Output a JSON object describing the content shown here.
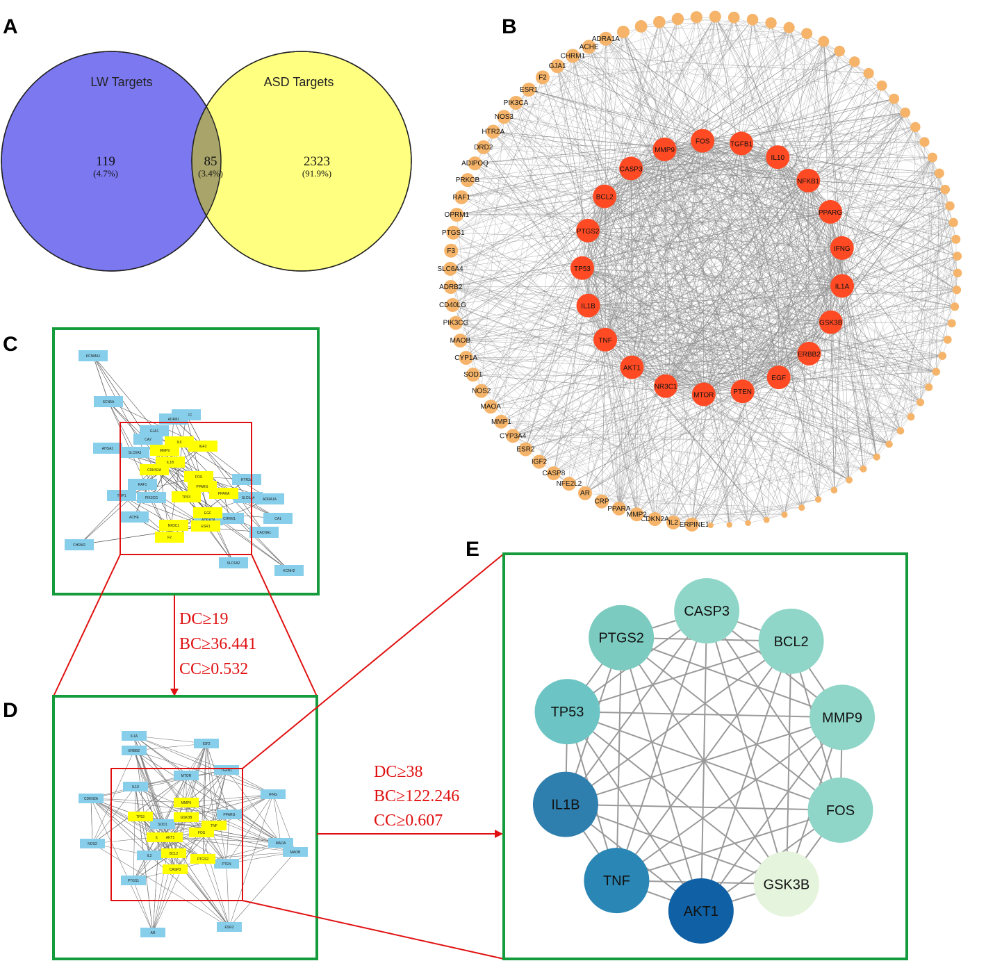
{
  "panels": {
    "a": "A",
    "b": "B",
    "c": "C",
    "d": "D",
    "e": "E"
  },
  "venn": {
    "left_title": "LW Targets",
    "right_title": "ASD Targets",
    "left_count": "119",
    "left_pct": "(4.7%)",
    "mid_count": "85",
    "mid_pct": "(3.4%)",
    "right_count": "2323",
    "right_pct": "(91.9%)",
    "colors": {
      "left": "#7b78f0",
      "right": "#ffff80",
      "overlap": "#a8a46a"
    }
  },
  "network_b": {
    "inner_nodes": [
      "TGFB1",
      "IL10",
      "NFKB1",
      "PPARG",
      "IFNG",
      "IL1A",
      "GSK3B",
      "ERBB2",
      "EGF",
      "PTEN",
      "MTOR",
      "NR3C1",
      "AKT1",
      "TNF",
      "IL1B",
      "TP53",
      "PTGS2",
      "BCL2",
      "CASP3",
      "MMP9",
      "FOS"
    ],
    "outer_nodes": [
      "SERPINE1",
      "IL2",
      "CDKN2A",
      "MMP2",
      "PPARA",
      "CRP",
      "AR",
      "NFE2L2",
      "CASP8",
      "IGF2",
      "ESR2",
      "CYP3A4",
      "MMP1",
      "MAOA",
      "NOS2",
      "SOD1",
      "CYP1A",
      "MAOB",
      "PIK3CG",
      "CD40LG",
      "ADRB2",
      "SLC6A4",
      "F3",
      "PTGS1",
      "OPRM1",
      "RAF1",
      "PRKCB",
      "ADIPOQ",
      "DRD2",
      "HTR2A",
      "NOS3",
      "PIK3CA",
      "ESR1",
      "F2",
      "GJA1",
      "CHRM1",
      "ACHE",
      "ADRA1A"
    ],
    "colors": {
      "inner": "#ff4a24",
      "outer": "#f5b46a",
      "edge": "#8c8c8c"
    }
  },
  "network_c": {
    "blue_nodes": [
      "KCNMA1",
      "SCN5A",
      "HTR2C",
      "GJA1",
      "CA2",
      "SLC6A3",
      "AHSA1",
      "RAF1",
      "TOP1",
      "PIK3CG",
      "HTR2A",
      "SLC6A4",
      "ADRA1A",
      "ADRA2A",
      "SLC6A2",
      "CHRM2",
      "CA1",
      "CACNA1",
      "KCNH2",
      "CHRM1",
      "ADRB1",
      "ACHE"
    ],
    "yellow_nodes": [
      "IL6",
      "MMP9",
      "IGF2",
      "CDKN2A",
      "IL1B",
      "FOS",
      "PPARA",
      "PPARG",
      "TP53",
      "ESR1",
      "NR3C1",
      "EGF",
      "F2"
    ],
    "colors": {
      "blue": "#87ceeb",
      "yellow": "#ffff00",
      "frame": "#149b3c",
      "zoom": "#e01010"
    }
  },
  "criteria_1": {
    "dc": "DC≥19",
    "bc": "BC≥36.441",
    "cc": "CC≥0.532"
  },
  "network_d": {
    "blue_nodes": [
      "IL1A",
      "ERBB2",
      "IGF2",
      "MTOR",
      "CDKN2A",
      "IL10",
      "IFNG",
      "MAOA",
      "TGFB1",
      "PPARG",
      "PTEN",
      "NOS2",
      "AR",
      "ESR2",
      "PTGS1",
      "MAOB",
      "SOD1",
      "IL2"
    ],
    "yellow_nodes": [
      "MMP9",
      "TP53",
      "IL1B",
      "FOS",
      "AKT1",
      "BCL2",
      "PTGS2",
      "CASP3",
      "TNF",
      "GSK3B"
    ]
  },
  "criteria_2": {
    "dc": "DC≥38",
    "bc": "BC≥122.246",
    "cc": "CC≥0.607"
  },
  "network_e": {
    "nodes": [
      {
        "label": "CASP3",
        "color": "#8fd6c8"
      },
      {
        "label": "BCL2",
        "color": "#8fd6c8"
      },
      {
        "label": "MMP9",
        "color": "#8fd6c8"
      },
      {
        "label": "FOS",
        "color": "#8fd6c8"
      },
      {
        "label": "GSK3B",
        "color": "#e5f4dc"
      },
      {
        "label": "AKT1",
        "color": "#0f60a4"
      },
      {
        "label": "TNF",
        "color": "#2a86b4"
      },
      {
        "label": "IL1B",
        "color": "#2f7fae"
      },
      {
        "label": "TP53",
        "color": "#6cc4c4"
      },
      {
        "label": "PTGS2",
        "color": "#7ccbc0"
      }
    ],
    "edge_color": "#9a9a9a"
  }
}
